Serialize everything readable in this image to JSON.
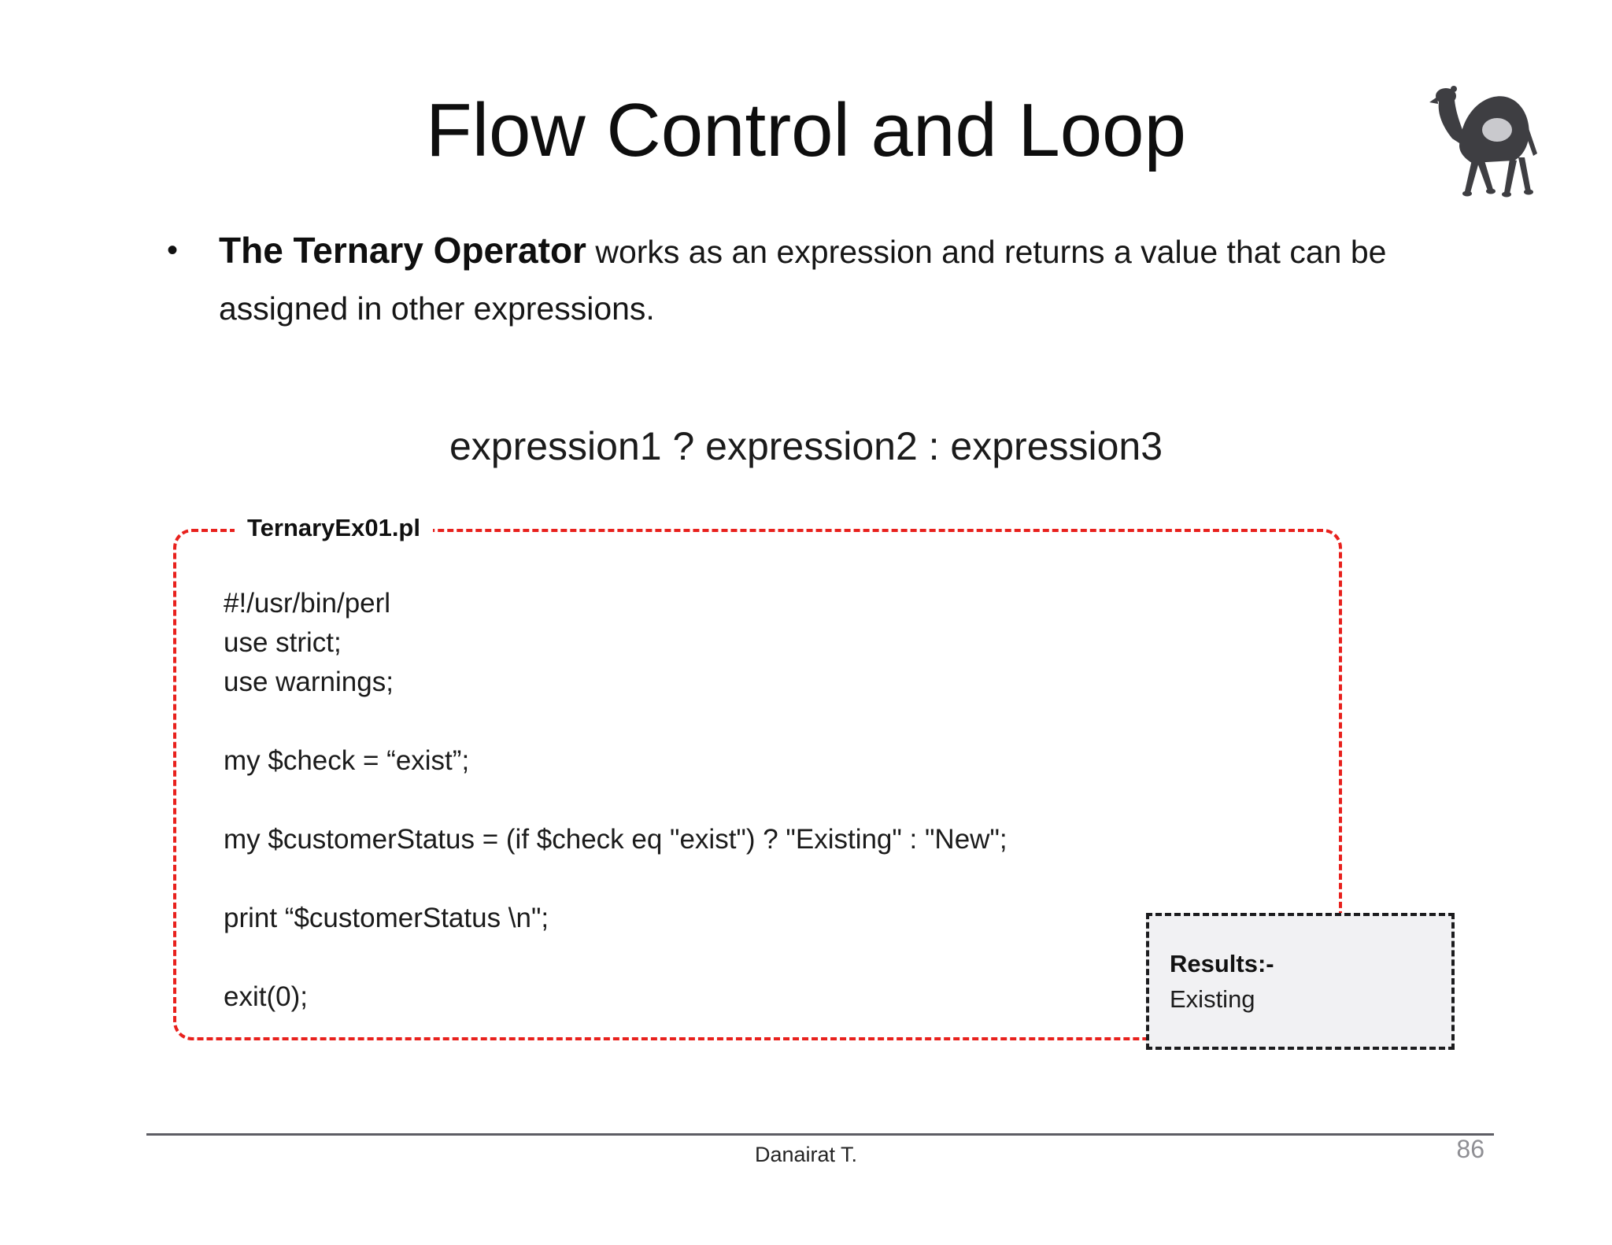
{
  "slide": {
    "title": "Flow Control and Loop",
    "bullet": {
      "marker": "•",
      "lead": "The Ternary Operator",
      "rest": " works as an expression and returns a value that can be assigned in other expressions."
    },
    "syntax_line": "expression1 ? expression2 : expression3",
    "code_box": {
      "filename": "TernaryEx01.pl",
      "lines": [
        "#!/usr/bin/perl",
        "use strict;",
        "use warnings;",
        "",
        "my $check = “exist”;",
        "",
        "my $customerStatus = (if $check eq \"exist\") ? \"Existing\" : \"New\";",
        "",
        "print “$customerStatus \\n\";",
        "",
        "exit(0);"
      ]
    },
    "results_box": {
      "label": "Results:-",
      "value": "Existing"
    },
    "footer": {
      "author": "Danairat T.",
      "page_number": "86"
    },
    "icons": {
      "camel": "perl-camel-icon"
    },
    "colors": {
      "code_border": "#e8211d",
      "results_border": "#1c1c1e",
      "results_fill": "#f1f1f3",
      "footer_line": "#5d5d64",
      "page_number": "#8f8f94",
      "body_text": "#1a1a1a"
    }
  }
}
